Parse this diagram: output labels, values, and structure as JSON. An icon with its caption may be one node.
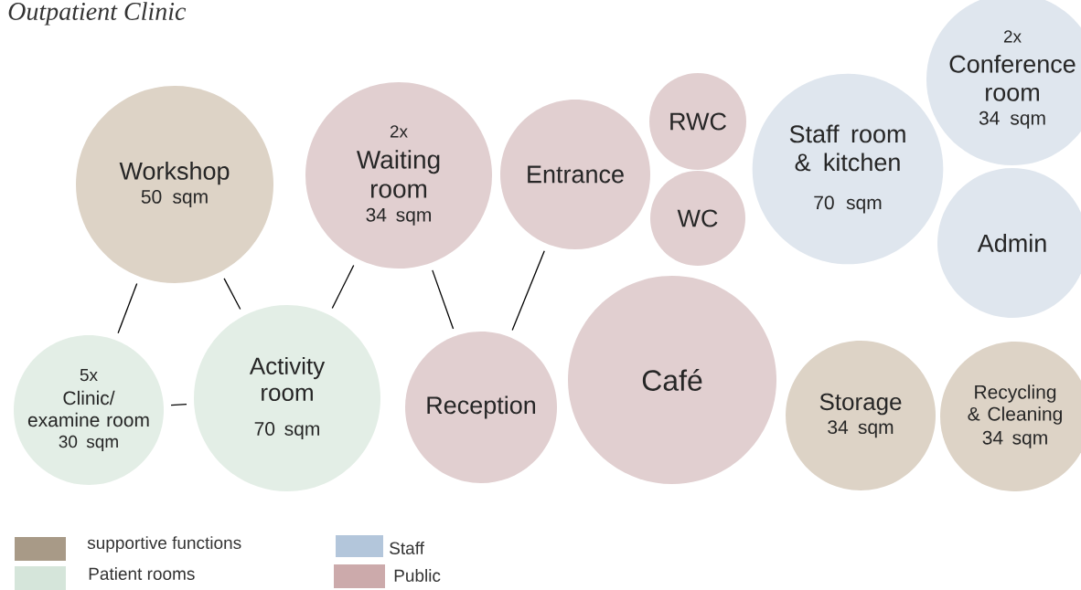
{
  "diagram": {
    "title": "Outpatient Clinic",
    "nodes": [
      {
        "text": [
          "Workshop",
          "50 sqm"
        ]
      },
      {
        "text": [
          "2x",
          "Waiting room",
          "34 sqm"
        ]
      },
      {
        "text": [
          "Entrance"
        ]
      },
      {
        "text": [
          "RWC"
        ]
      },
      {
        "text": [
          "WC"
        ]
      },
      {
        "text": [
          "Staff room & kitchen",
          "70 sqm"
        ]
      },
      {
        "text": [
          "2x",
          "Conference room",
          "34 sqm"
        ]
      },
      {
        "text": [
          "Admin"
        ]
      },
      {
        "text": [
          "5x",
          "Clinic/ examine room",
          "30 sqm"
        ]
      },
      {
        "text": [
          "Activity room",
          "70 sqm"
        ]
      },
      {
        "text": [
          "Reception"
        ]
      },
      {
        "text": [
          "Café"
        ]
      },
      {
        "text": [
          "Storage",
          "34 sqm"
        ]
      },
      {
        "text": [
          "Recycling & Cleaning",
          "34 sqm"
        ]
      }
    ],
    "edges": [
      {
        "from": 0,
        "to": 8,
        "arrow": "none"
      },
      {
        "from": 0,
        "to": 9,
        "arrow": "none"
      },
      {
        "from": 8,
        "to": 9,
        "arrow": "none"
      },
      {
        "from": 1,
        "to": 9,
        "arrow": "none"
      },
      {
        "from": 1,
        "to": 10,
        "arrow": "none"
      },
      {
        "from": 2,
        "to": 10,
        "arrow": "none"
      }
    ],
    "legend": [
      {
        "text": "supportive functions",
        "color": "#a89a87"
      },
      {
        "text": "Patient rooms",
        "color": "#d5e5da"
      },
      {
        "text": "Staff",
        "color": "#b3c6db"
      },
      {
        "text": "Public",
        "color": "#ccaaab"
      }
    ]
  }
}
